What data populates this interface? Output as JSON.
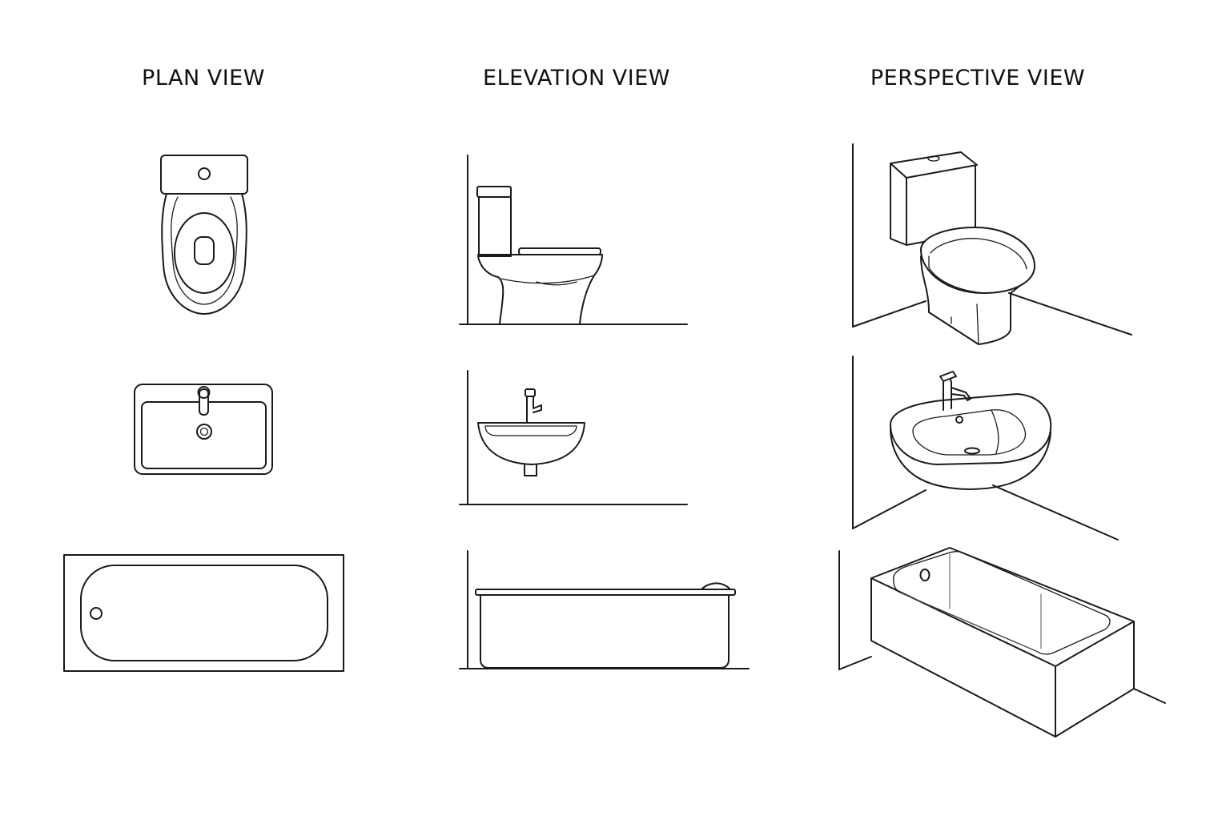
{
  "headings": {
    "plan": "PLAN VIEW",
    "elevation": "ELEVATION VIEW",
    "perspective": "PERSPECTIVE VIEW"
  }
}
